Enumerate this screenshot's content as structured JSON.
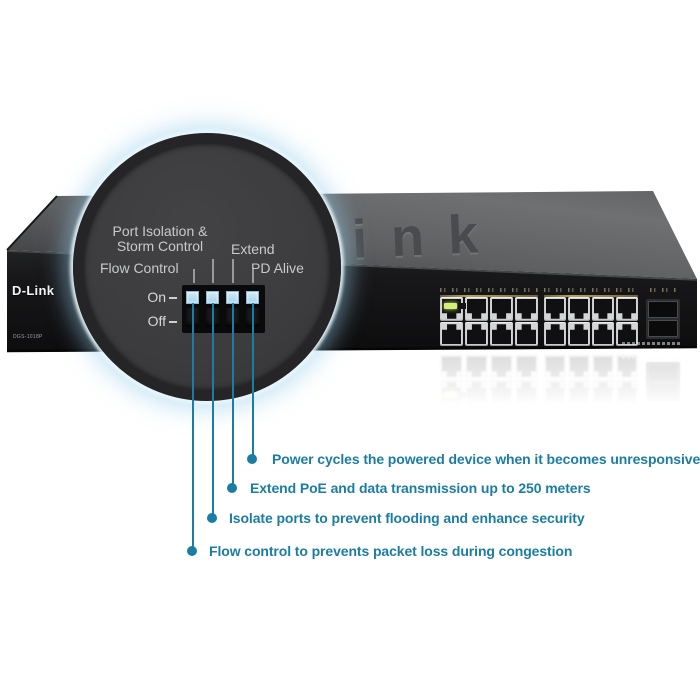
{
  "device": {
    "brand": "D-Link",
    "model": "DGS-1018P",
    "top_emboss_visible": "ink",
    "rj45_ports_visible": 16,
    "sfp_slots_visible": 2
  },
  "magnifier": {
    "labels": {
      "port_isolation_line1": "Port Isolation &",
      "port_isolation_line2": "Storm Control",
      "extend": "Extend",
      "flow_control": "Flow Control",
      "pd_alive": "PD Alive",
      "on": "On",
      "off": "Off"
    },
    "dip_switches": [
      {
        "name": "Flow Control",
        "position": "On"
      },
      {
        "name": "Port Isolation & Storm Control",
        "position": "On"
      },
      {
        "name": "Extend",
        "position": "On"
      },
      {
        "name": "PD Alive",
        "position": "On"
      }
    ]
  },
  "callouts": [
    {
      "text": "Flow control to prevents packet loss during congestion"
    },
    {
      "text": "Isolate ports to prevent flooding and enhance security"
    },
    {
      "text": "Extend PoE and data transmission up to 250 meters"
    },
    {
      "text": "Power cycles the powered device when it becomes unresponsive"
    }
  ],
  "colors": {
    "accent_teal": "#1b7da3",
    "dip_switch_blue": "#b6dcee",
    "circle_glow": "#a8d8ee",
    "led_green": "#cdeb66"
  }
}
